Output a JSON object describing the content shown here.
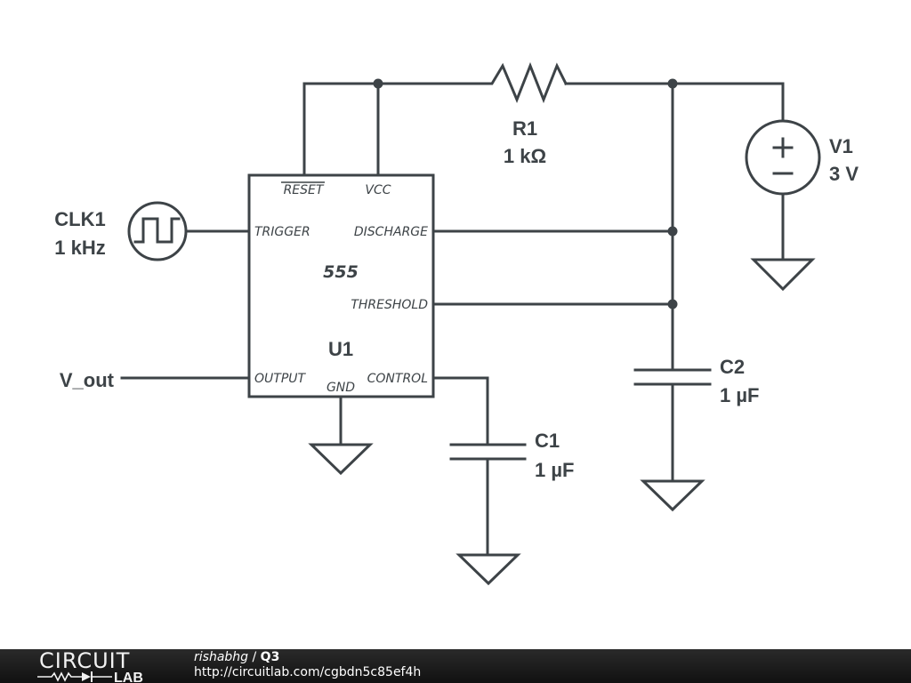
{
  "schematic": {
    "components": {
      "r1": {
        "ref": "R1",
        "value": "1 kΩ"
      },
      "v1": {
        "ref": "V1",
        "value": "3 V"
      },
      "clk1": {
        "ref": "CLK1",
        "value": "1 kHz"
      },
      "c1": {
        "ref": "C1",
        "value": "1 µF"
      },
      "c2": {
        "ref": "C2",
        "value": "1 µF"
      },
      "u1": {
        "ref": "U1",
        "part": "555",
        "pins": {
          "reset": "RESET",
          "vcc": "VCC",
          "trigger": "TRIGGER",
          "discharge": "DISCHARGE",
          "threshold": "THRESHOLD",
          "output": "OUTPUT",
          "gnd": "GND",
          "control": "CONTROL"
        }
      }
    },
    "net_labels": {
      "vout": "V_out"
    },
    "colors": {
      "wire": "#3d4347",
      "background": "#ffffff"
    }
  },
  "footer": {
    "logo_top": "CIRCUIT",
    "logo_bottom": "LAB",
    "user": "rishabhg",
    "separator": " / ",
    "title": "Q3",
    "url": "http://circuitlab.com/cgbdn5c85ef4h",
    "colors": {
      "background": "#1a1a1a",
      "text": "#ffffff"
    }
  }
}
